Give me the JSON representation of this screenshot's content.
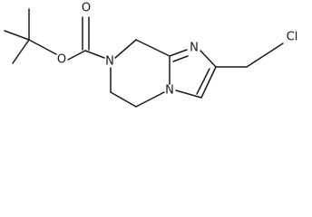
{
  "molecule": {
    "atoms": {
      "O_carbonyl": "O",
      "O_ester": "O",
      "N_ring7": "N",
      "N_imidazole": "N",
      "N_bridge": "N",
      "Cl": "Cl"
    }
  }
}
